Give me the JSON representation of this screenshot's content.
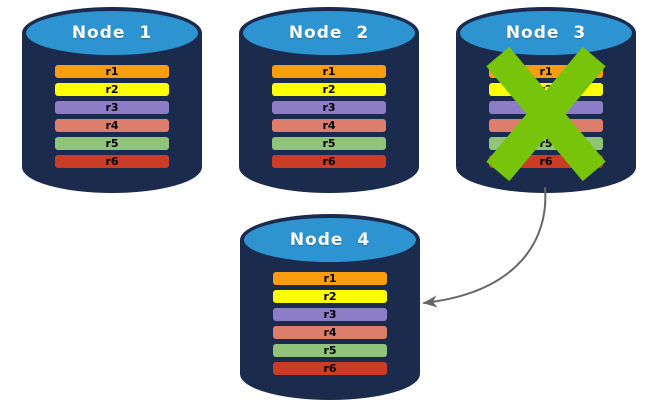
{
  "diagram": {
    "nodes": [
      {
        "title": "Node 1",
        "rows": [
          "r1",
          "r2",
          "r3",
          "r4",
          "r5",
          "r6"
        ],
        "failed": false
      },
      {
        "title": "Node 2",
        "rows": [
          "r1",
          "r2",
          "r3",
          "r4",
          "r5",
          "r6"
        ],
        "failed": false
      },
      {
        "title": "Node 3",
        "rows": [
          "r1",
          "r2",
          "r3",
          "r4",
          "r5",
          "r6"
        ],
        "failed": true
      },
      {
        "title": "Node 4",
        "rows": [
          "r1",
          "r2",
          "r3",
          "r4",
          "r5",
          "r6"
        ],
        "failed": false
      }
    ],
    "arrow": {
      "from": "Node 3",
      "to": "Node 4"
    },
    "colors": {
      "cylinder_body": "#1B2B4D",
      "cylinder_top": "#2E94D1",
      "row_colors": [
        "#F99D0E",
        "#FFFF00",
        "#8C7DC6",
        "#DC7E6B",
        "#90C47B",
        "#C93D26"
      ],
      "failure_x": "#77C40A",
      "arrow": "#666666"
    }
  }
}
